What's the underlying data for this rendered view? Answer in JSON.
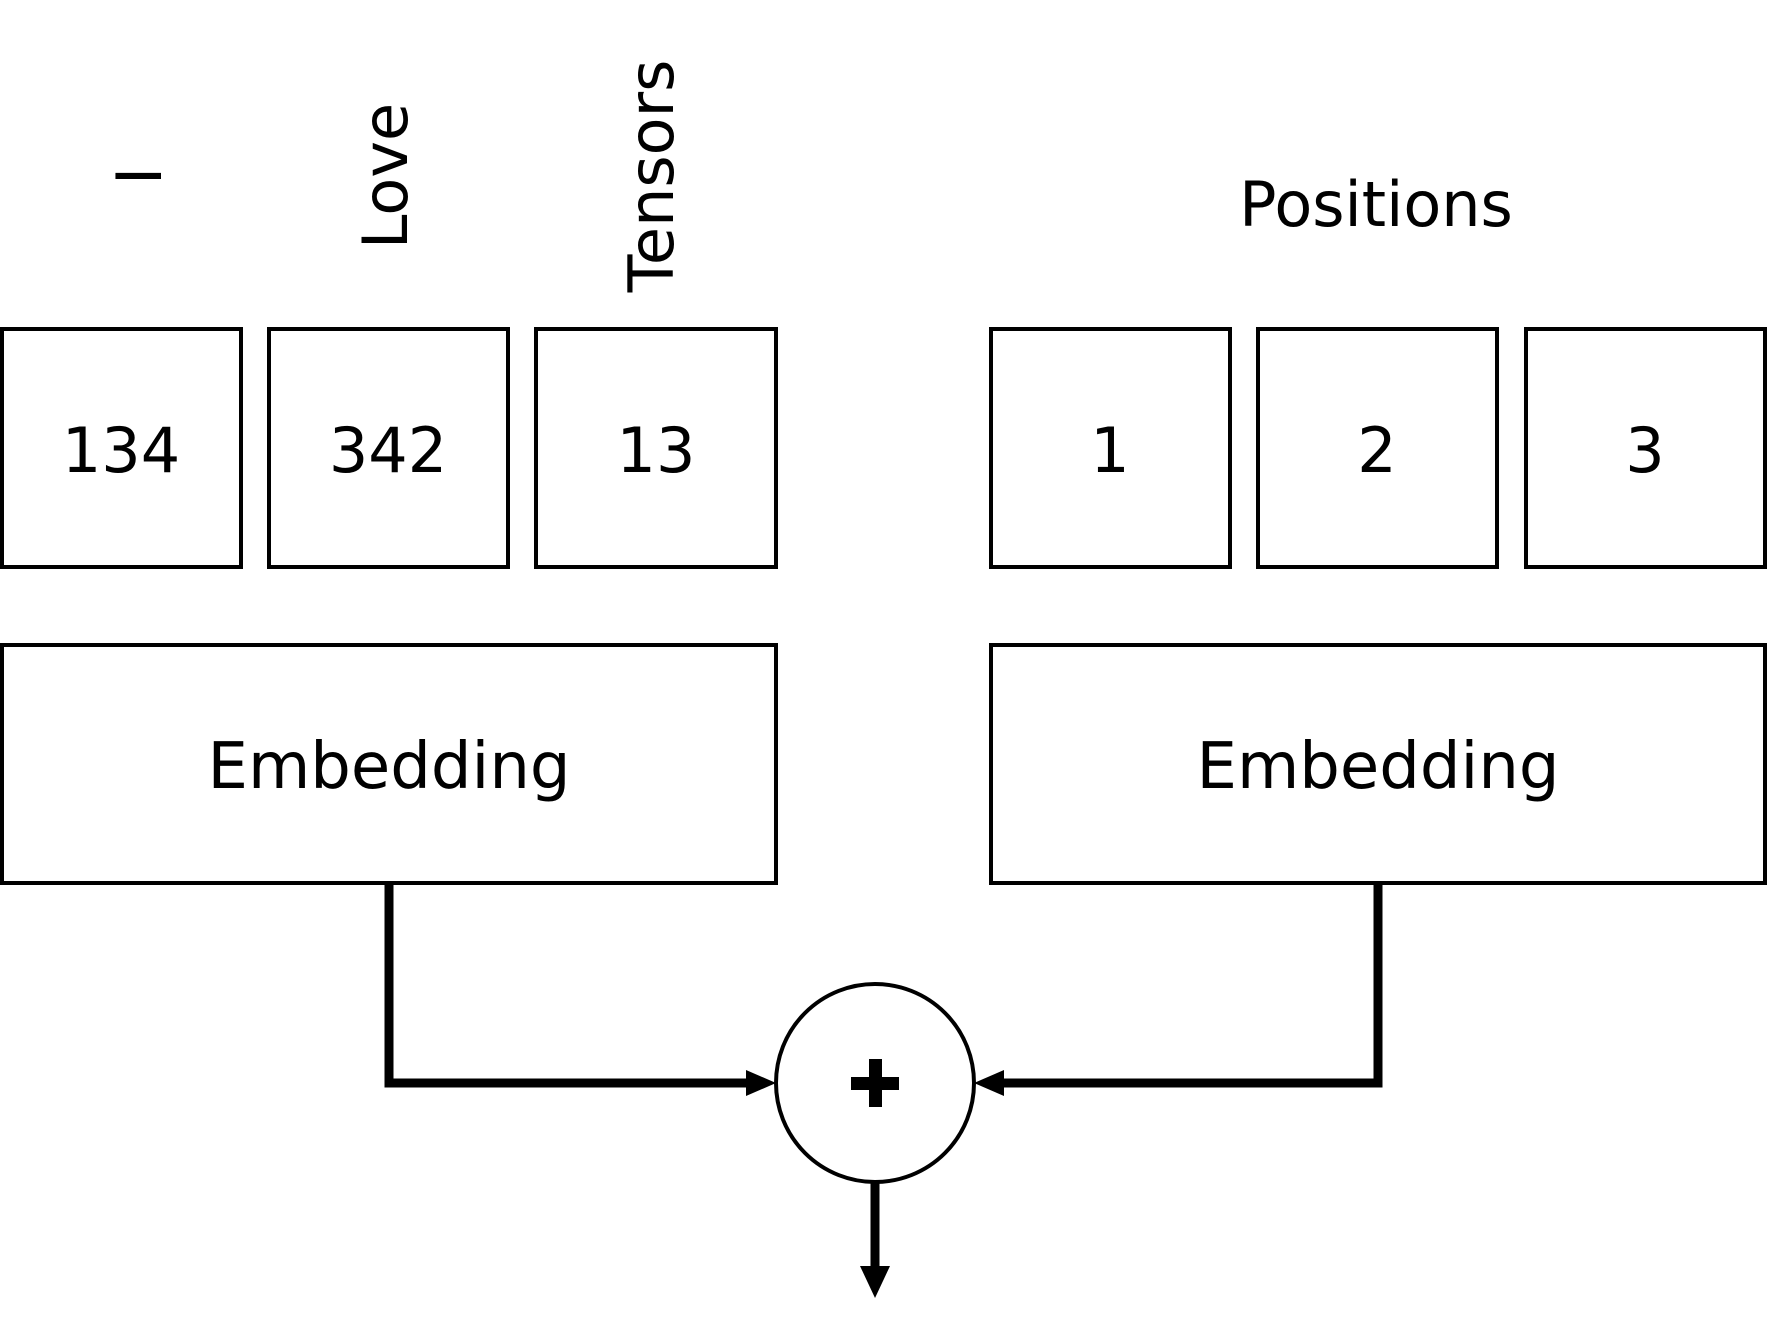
{
  "tokens": [
    {
      "word": "I",
      "id": "134"
    },
    {
      "word": "Love",
      "id": "342"
    },
    {
      "word": "Tensors",
      "id": "13"
    }
  ],
  "positions": {
    "title": "Positions",
    "values": [
      "1",
      "2",
      "3"
    ]
  },
  "token_embedding": {
    "label": "Embedding"
  },
  "position_embedding": {
    "label": "Embedding"
  },
  "combine": {
    "symbol": "+"
  }
}
